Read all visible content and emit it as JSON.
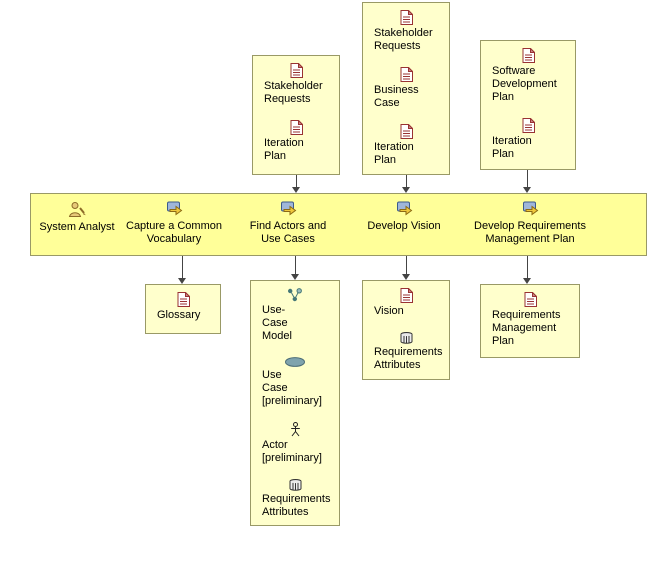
{
  "colors": {
    "band_fill": "#FFFF99",
    "box_fill": "#FFFFCC",
    "box_border": "#999966",
    "artifact_red": "#993333",
    "arrow": "#444444",
    "use_case_ellipse": "#7FA3AD"
  },
  "band": {
    "role": {
      "label": "System Analyst",
      "icon": "role-person-icon"
    },
    "activities": [
      {
        "label": "Capture a Common Vocabulary",
        "icon": "task-icon"
      },
      {
        "label": "Find Actors and Use Cases",
        "icon": "task-icon"
      },
      {
        "label": "Develop Vision",
        "icon": "task-icon"
      },
      {
        "label": "Develop Requirements Management Plan",
        "icon": "task-icon"
      }
    ]
  },
  "inputs": [
    {
      "items": [
        {
          "label": "Stakeholder Requests",
          "icon": "document-icon"
        },
        {
          "label": "Iteration Plan",
          "icon": "document-icon"
        }
      ]
    },
    {
      "items": [
        {
          "label": "Stakeholder Requests",
          "icon": "document-icon"
        },
        {
          "label": "Business Case",
          "icon": "document-icon"
        },
        {
          "label": "Iteration Plan",
          "icon": "document-icon"
        }
      ]
    },
    {
      "items": [
        {
          "label": "Software Development Plan",
          "icon": "document-icon"
        },
        {
          "label": "Iteration Plan",
          "icon": "document-icon"
        }
      ]
    }
  ],
  "outputs": [
    {
      "items": [
        {
          "label": "Glossary",
          "icon": "document-icon"
        }
      ]
    },
    {
      "items": [
        {
          "label": "Use-Case Model",
          "icon": "use-case-model-icon"
        },
        {
          "label": "Use Case [preliminary]",
          "icon": "use-case-ellipse-icon"
        },
        {
          "label": "Actor [preliminary]",
          "icon": "actor-icon"
        },
        {
          "label": "Requirements Attributes",
          "icon": "attributes-table-icon"
        }
      ]
    },
    {
      "items": [
        {
          "label": "Vision",
          "icon": "document-icon"
        },
        {
          "label": "Requirements Attributes",
          "icon": "attributes-table-icon"
        }
      ]
    },
    {
      "items": [
        {
          "label": "Requirements Management Plan",
          "icon": "document-icon"
        }
      ]
    }
  ]
}
